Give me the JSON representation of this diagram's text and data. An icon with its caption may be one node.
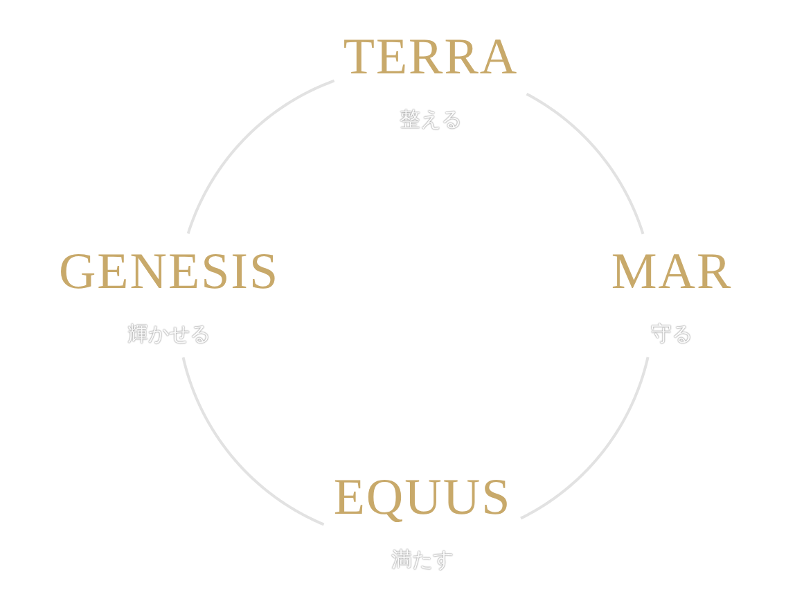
{
  "diagram": {
    "nodes": [
      {
        "text": [
          "TERRA",
          "整える"
        ]
      },
      {
        "text": [
          "GENESIS",
          "輝かせる"
        ]
      },
      {
        "text": [
          "MAR",
          "守る"
        ]
      },
      {
        "text": [
          "EQUUS",
          "満たす"
        ]
      }
    ],
    "edges": [
      {
        "from": 0,
        "to": 2,
        "arrow": "none"
      },
      {
        "from": 2,
        "to": 3,
        "arrow": "none"
      },
      {
        "from": 3,
        "to": 1,
        "arrow": "none"
      },
      {
        "from": 1,
        "to": 0,
        "arrow": "none"
      }
    ]
  }
}
